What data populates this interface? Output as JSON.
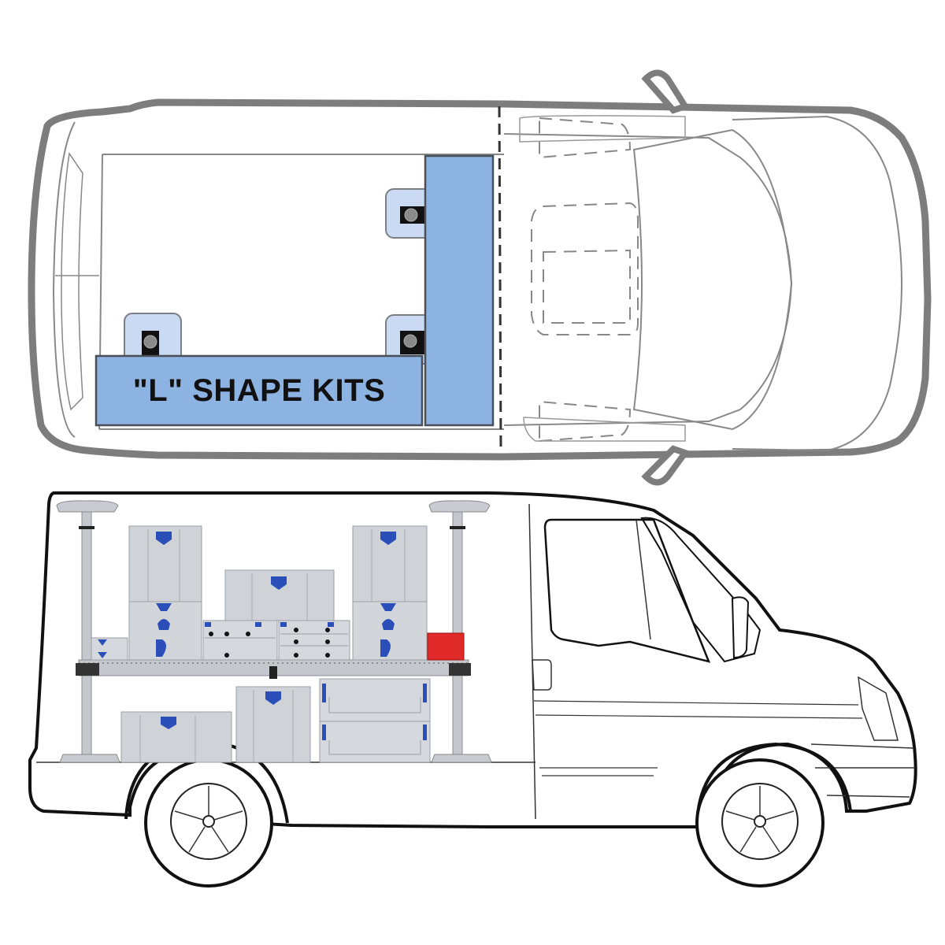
{
  "diagram": {
    "title": "\"L\" SHAPE KITS",
    "views": [
      "top-view",
      "side-view"
    ],
    "colors": {
      "kit_fill": "#8db3e2",
      "kit_border": "#4a4f57",
      "mount_pad_fill": "#c9daf2",
      "mount_pad_border": "#7a7f87",
      "van_outline_top": "#7d7d7d",
      "van_outline_side": "#111111",
      "case_body": "#cfd3d8",
      "case_accent": "#2b4fb8",
      "red_case": "#e02a2a",
      "rail": "#c4c8cd"
    },
    "top_view": {
      "kit_sections": [
        "horizontal-bar",
        "vertical-bar"
      ],
      "mount_points": 3
    },
    "side_view": {
      "poles": 2,
      "upper_shelf_cases": 9,
      "lower_floor_cases": 4
    }
  }
}
